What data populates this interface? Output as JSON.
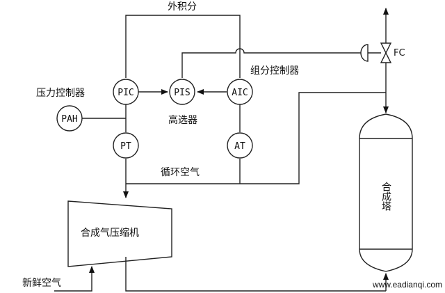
{
  "labels": {
    "external_integral": "外积分",
    "pressure_controller": "压力控制器",
    "component_controller": "组分控制器",
    "high_selector": "高选器",
    "recycle_air": "循环空气",
    "compressor": "合成气压缩机",
    "fresh_air": "新鲜空气",
    "tower": "合成塔",
    "fc": "FC",
    "watermark": "www.eadianqi.com"
  },
  "instruments": {
    "pic": "PIC",
    "pis": "PIS",
    "aic": "AIC",
    "pah": "PAH",
    "pt": "PT",
    "at": "AT"
  }
}
